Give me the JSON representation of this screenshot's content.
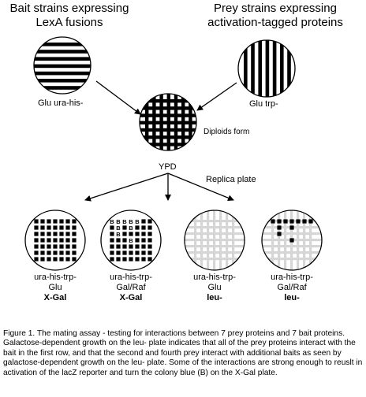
{
  "bait": {
    "title_line1": "Bait strains expressing",
    "title_line2": "LexA fusions",
    "medium": "Glu ura-his-"
  },
  "prey": {
    "title_line1": "Prey strains expressing",
    "title_line2": "activation-tagged proteins",
    "medium": "Glu trp-"
  },
  "mating": {
    "note": "Diploids form",
    "medium": "YPD",
    "step": "Replica plate"
  },
  "plates": [
    {
      "line1": "ura-his-trp-",
      "line2": "Glu",
      "line3": "X-Gal"
    },
    {
      "line1": "ura-his-trp-",
      "line2": "Gal/Raf",
      "line3": "X-Gal"
    },
    {
      "line1": "ura-his-trp-",
      "line2": "Glu",
      "line3": "leu-"
    },
    {
      "line1": "ura-his-trp-",
      "line2": "Gal/Raf",
      "line3": "leu-"
    }
  ],
  "colony_label": "B",
  "caption": "Figure 1.  The mating assay - testing for interactions between 7 prey proteins and 7 bait proteins.  Galactose-dependent growth on the leu- plate indicates that all of the prey proteins interact with the bait in the first row, and that the second and fourth prey interact with additional baits as seen by galactose-dependent growth on the leu- plate.  Some of the interactions are strong enough to reuslt in activation of the lacZ reporter and turn the colony blue (B) on the X-Gal plate."
}
